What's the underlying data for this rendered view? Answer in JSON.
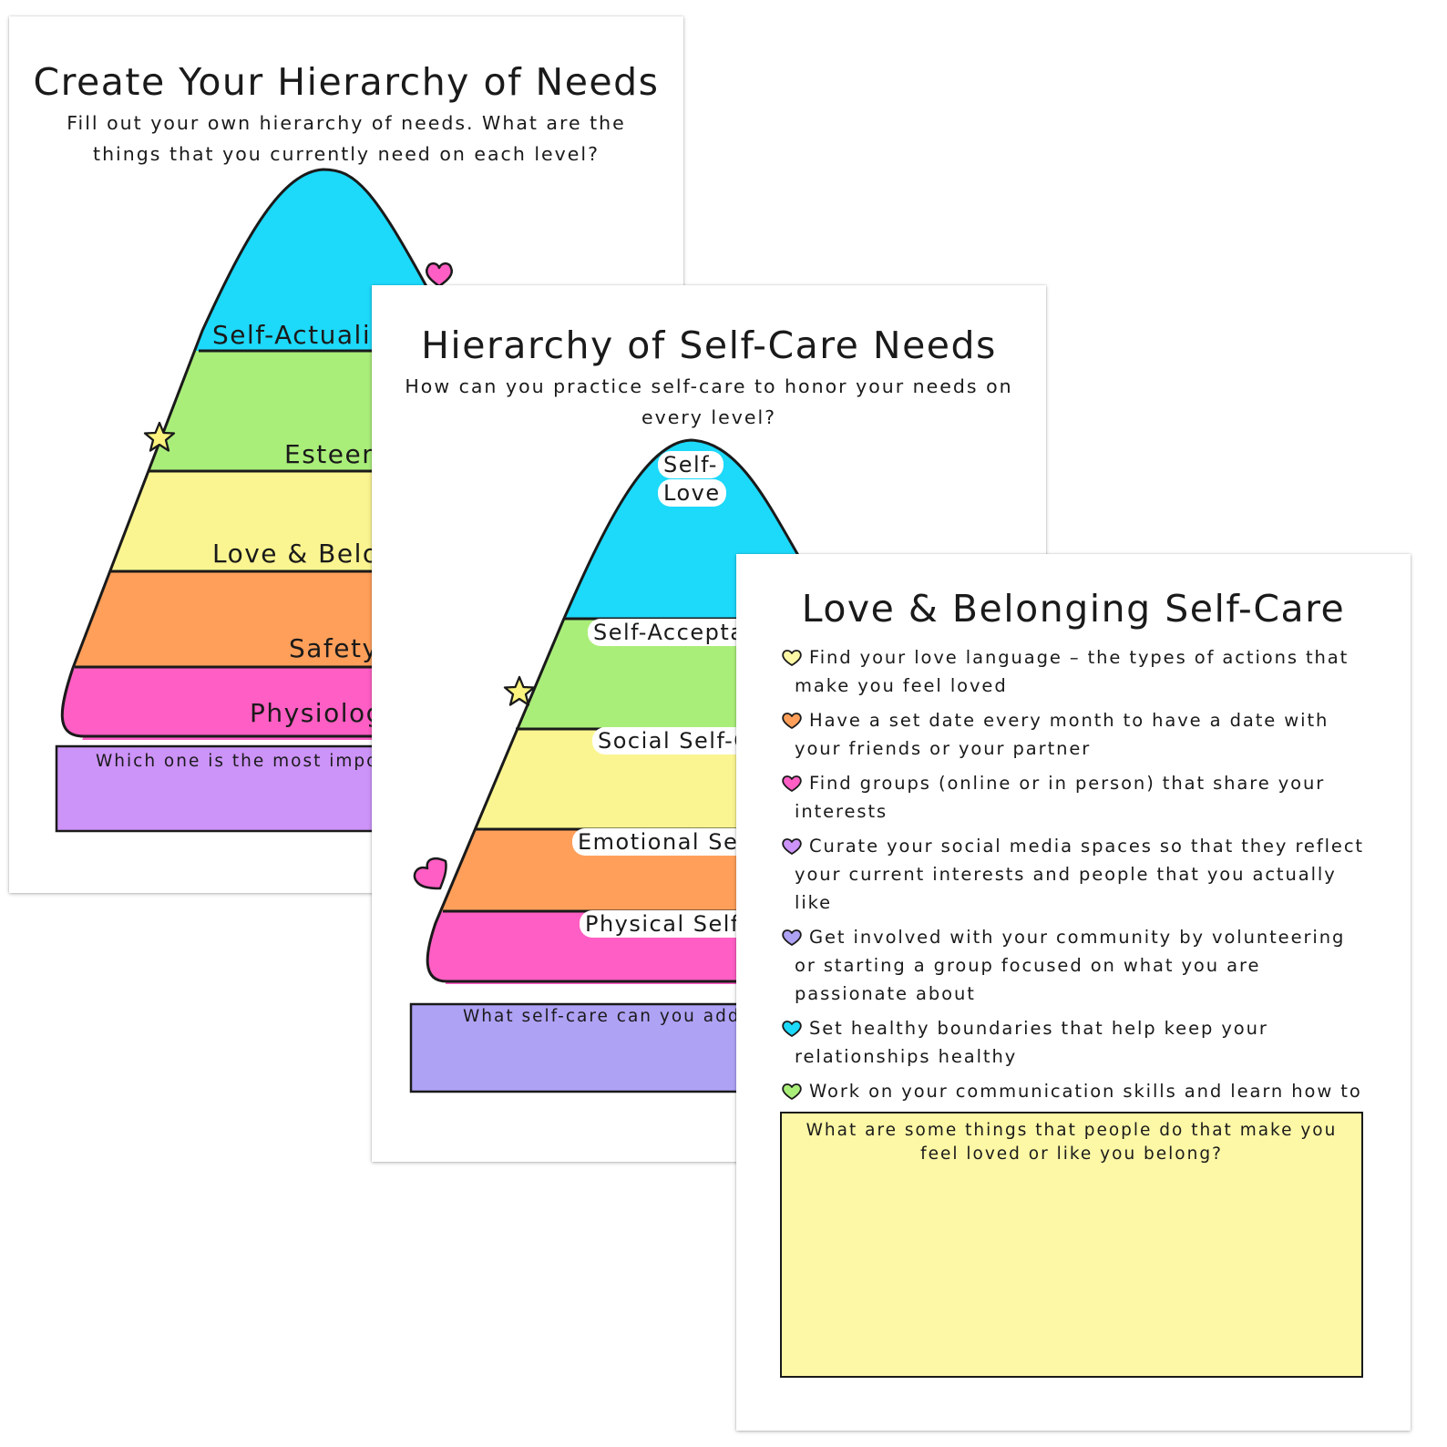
{
  "sheet1": {
    "title": "Create Your Hierarchy of Needs",
    "subtitle_line1": "Fill out your own hierarchy of needs. What are the",
    "subtitle_line2": "things that you currently need on each level?",
    "levels": [
      "Self-Actualization",
      "Esteem",
      "Love & Belonging",
      "Safety",
      "Physiological"
    ],
    "box_prompt": "Which one is the most important to you?"
  },
  "sheet2": {
    "title": "Hierarchy of Self-Care Needs",
    "subtitle_line1": "How can you practice self-care to honor your needs on",
    "subtitle_line2": "every level?",
    "top_level_line1": "Self-",
    "top_level_line2": "Love",
    "levels": [
      "Self-Acceptance",
      "Social Self-Care",
      "Emotional Self-Care",
      "Physical Self-Care"
    ],
    "box_prompt": "What self-care can you add"
  },
  "sheet3": {
    "title": "Love & Belonging Self-Care",
    "tips": [
      {
        "text": "Find your love language – the types of actions that make you feel loved",
        "color": "#FAF59A"
      },
      {
        "text": "Have a set date every month to have a date with your friends or your partner",
        "color": "#FF9F55"
      },
      {
        "text": "Find groups (online or in person) that share your interests",
        "color": "#FF5BC3"
      },
      {
        "text": "Curate your social media spaces so that they reflect your current interests and people that you actually like",
        "color": "#D58BF7"
      },
      {
        "text": "Get involved with your community by volunteering or starting a group focused on what you are passionate about",
        "color": "#A59CF7"
      },
      {
        "text": "Set healthy boundaries that help keep your relationships healthy",
        "color": "#1DD9FA"
      },
      {
        "text": "Work on your communication skills and learn how to talk about your wants and needs without feeling guilty",
        "color": "#A6EE7A"
      }
    ],
    "box_prompt": "What are some things that people do that make you feel loved or like you belong?"
  },
  "colors": {
    "cyan": "#1DD9FA",
    "green": "#AAEE7A",
    "yellow": "#FBF591",
    "orange": "#FF9F5A",
    "pink": "#FF5EC4",
    "lavender": "#CC93F8",
    "periwinkle": "#AEA2F5",
    "note_yellow": "#FDF8A6",
    "star": "#FBF37E"
  },
  "icons": [
    "heart-icon",
    "star-icon"
  ]
}
